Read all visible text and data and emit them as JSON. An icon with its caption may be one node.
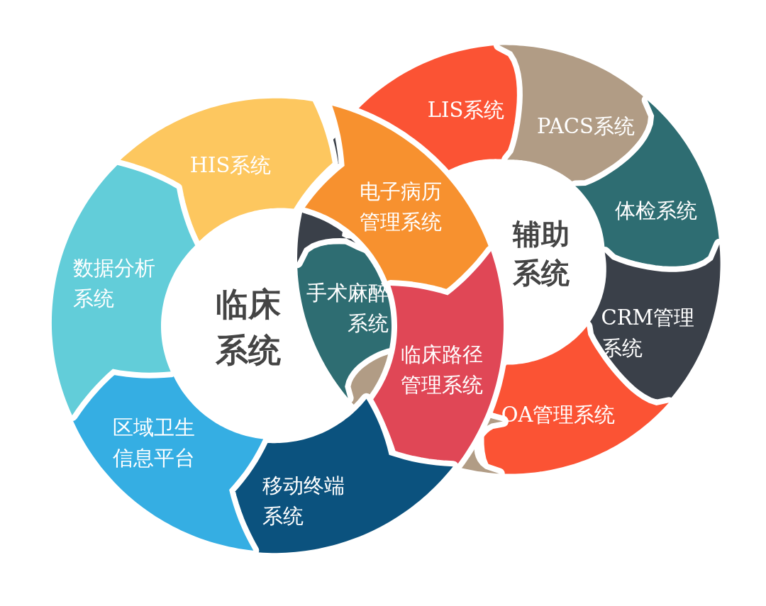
{
  "diagram": {
    "nodes": [
      {
        "text": [
          "临床系统"
        ]
      },
      {
        "text": [
          "HIS系统"
        ]
      },
      {
        "text": [
          "电子病历管理系统"
        ]
      },
      {
        "text": [
          "临床路径管理系统"
        ]
      },
      {
        "text": [
          "移动终端系统"
        ]
      },
      {
        "text": [
          "区域卫生信息平台"
        ]
      },
      {
        "text": [
          "数据分析系统"
        ]
      },
      {
        "text": [
          "辅助系统"
        ]
      },
      {
        "text": [
          "LIS系统"
        ]
      },
      {
        "text": [
          "PACS系统"
        ]
      },
      {
        "text": [
          "体检系统"
        ]
      },
      {
        "text": [
          "CRM管理系统"
        ]
      },
      {
        "text": [
          "OA管理系统"
        ]
      },
      {
        "text": [],
        "shape": "arc"
      },
      {
        "text": [
          "手术麻醉系统"
        ]
      },
      {
        "text": [],
        "shape": "arc"
      }
    ]
  }
}
